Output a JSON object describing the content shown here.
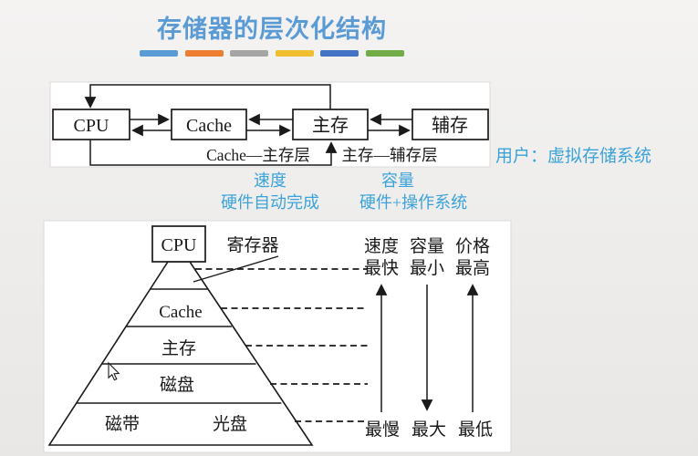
{
  "slide": {
    "title": "存储器的层次化结构"
  },
  "block_diagram": {
    "boxes": [
      {
        "label": "CPU"
      },
      {
        "label": "Cache"
      },
      {
        "label": "主存"
      },
      {
        "label": "辅存"
      }
    ],
    "cache_main_label": "Cache—主存层",
    "main_aux_label": "主存—辅存层",
    "user_note": "用户：虚拟存储系统",
    "speed_label": "速度",
    "capacity_label": "容量",
    "hw_auto_label": "硬件自动完成",
    "hw_os_label": "硬件+操作系统"
  },
  "pyramid": {
    "top_box_label": "CPU",
    "register_label": "寄存器",
    "level_cache": "Cache",
    "level_main": "主存",
    "level_disk": "磁盘",
    "level_tape": "磁带",
    "level_optical": "光盘",
    "col_speed": {
      "header": "速度",
      "top": "最快",
      "bottom": "最慢"
    },
    "col_capacity": {
      "header": "容量",
      "top": "最小",
      "bottom": "最大"
    },
    "col_price": {
      "header": "价格",
      "top": "最高",
      "bottom": "最低"
    }
  },
  "colors": {
    "title_text": "#5B9BD5",
    "accent_text": "#3BA3D9",
    "diagram_line": "#1a1a1a",
    "panel_bg": "#ffffff",
    "bar_colors": [
      "#5B9BD5",
      "#ED7D31",
      "#A5A5A5",
      "#EFBF2F",
      "#4472C4",
      "#70AD47"
    ]
  }
}
